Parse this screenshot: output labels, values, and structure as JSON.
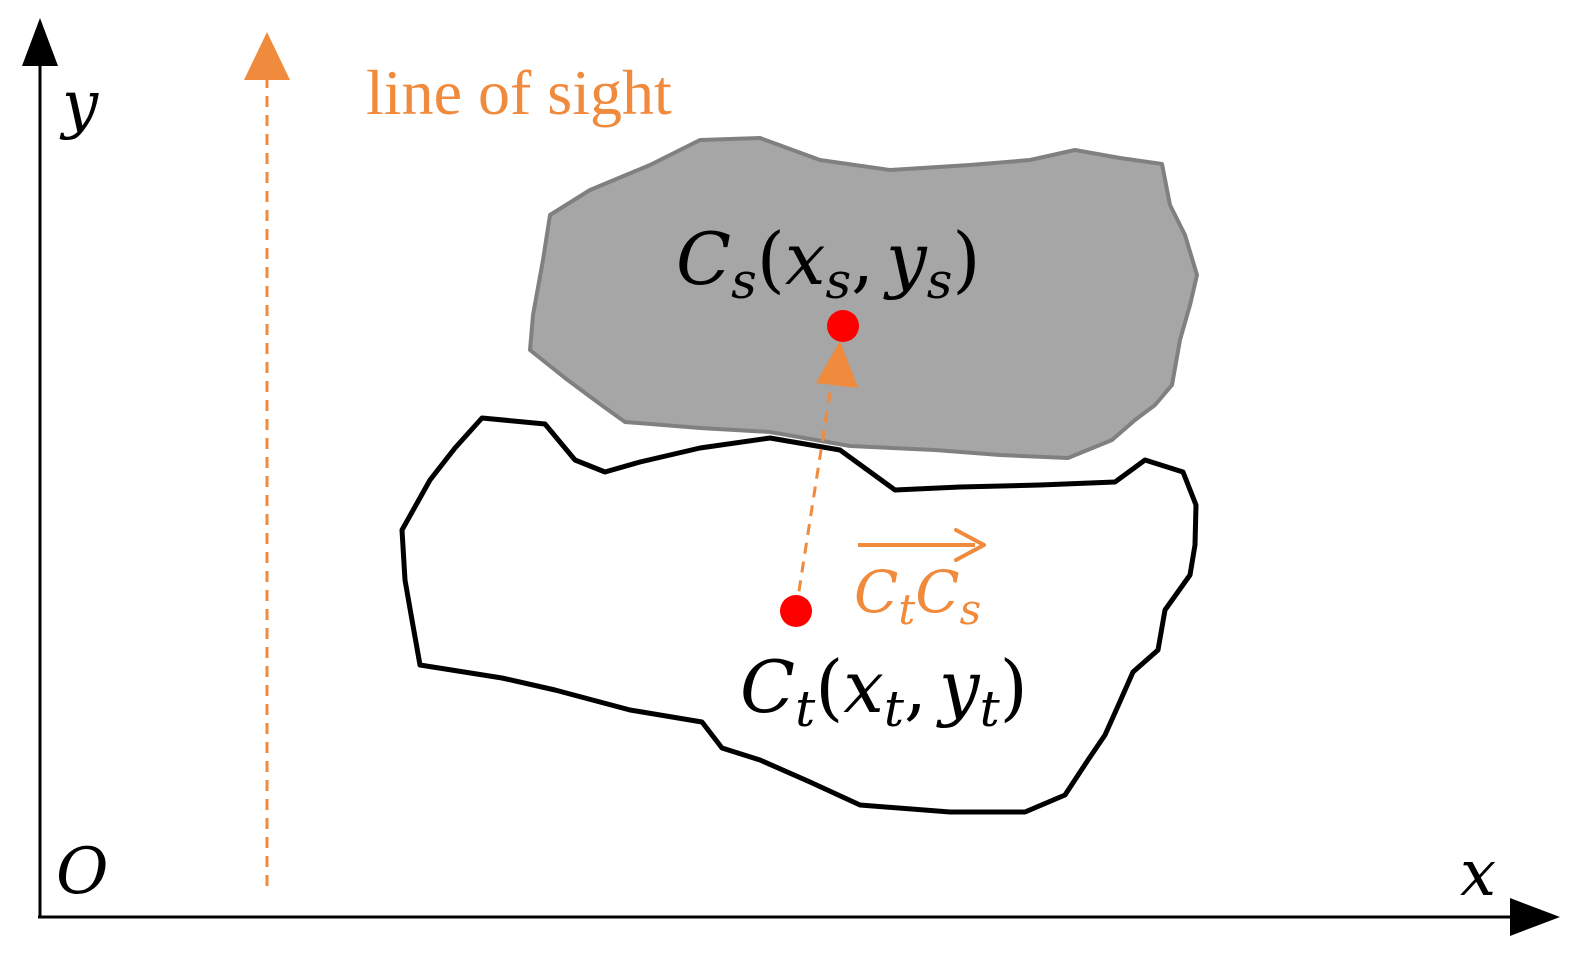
{
  "colors": {
    "axis": "#000000",
    "accent": "#f08a3c",
    "shadow_fill": "#a6a6a6",
    "shadow_stroke": "#808080",
    "point": "#ff0000",
    "target_stroke": "#000000",
    "background": "#ffffff"
  },
  "axes": {
    "x_label": "x",
    "y_label": "y",
    "origin_label": "O"
  },
  "line_of_sight": {
    "label": "line of sight"
  },
  "shadow_centroid": {
    "base": "C",
    "sub": "s",
    "x_base": "x",
    "x_sub": "s",
    "y_base": "y",
    "y_sub": "s"
  },
  "target_centroid": {
    "base": "C",
    "sub": "t",
    "x_base": "x",
    "x_sub": "t",
    "y_base": "y",
    "y_sub": "t"
  },
  "vector_label": {
    "from_base": "C",
    "from_sub": "t",
    "to_base": "C",
    "to_sub": "s"
  },
  "punct": {
    "open": "(",
    "comma": ",",
    "close": ")"
  }
}
